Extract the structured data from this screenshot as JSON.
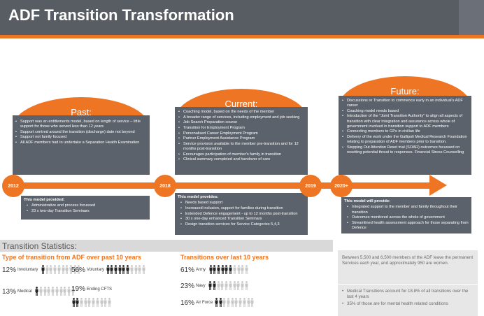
{
  "header": {
    "title": "ADF Transition Transformation"
  },
  "past": {
    "label": "Past:",
    "bullets": [
      "Support was an entitlements model, based on length of service – little support for those who served less than 12 years",
      "Support centred around the transition (discharge) date not beyond",
      "Support not family focused",
      "All ADF members had to undertake a Separation Health Examination"
    ],
    "provided_title": "This model provided:",
    "provided": [
      "Administrative and process focussed",
      "23 x two-day Transition Seminars"
    ]
  },
  "current": {
    "label": "Current:",
    "bullets": [
      "Coaching model, based on the needs of the member",
      "A broader range of services, including employment and job seeking",
      "Job Search Preparation course",
      "Transition for Employment Program",
      "Personalised Career Employment Program",
      "Partner Employment Assistance Program",
      "Service provision available to the member pre-transition and for 12 months post-transition",
      "Encourages participation of member's family in transition",
      "Clinical summary completed and handover of care"
    ],
    "provides_title": "This model provides:",
    "provides": [
      "Needs based support",
      "Increased inclusion, support for families during transition",
      "Extended Defence engagement - up to 12 months post-transition",
      "30 x one-day enhanced Transition Seminars",
      "Design transition services for Service Categories 5,4,3"
    ]
  },
  "future": {
    "label": "Future:",
    "bullets": [
      "Discussions re Transition to commence early in an individual's ADF career",
      "Coaching model needs based",
      "Introduction of the \"Joint Transition Authority\" to align all aspects of transition with clear integration and assurance across whole of government involved in transition support to ADF members",
      "Connecting members to GPs in civilian life",
      "Delivery of the work under the Gallipoli Medical Research Foundation relating to preparation of ADF members prior to transition.",
      "Stepping Out Attention Reset trial (SOAR) outcomes focussed on resetting potential threat to responses. Financial Stress Counselling"
    ],
    "will_title": "This model will provide:",
    "will": [
      "Integrated support to the member and family  throughout their transition",
      "Outcomes monitored across the whole of government",
      "Streamlined health assessment approach for those separating from Defence"
    ]
  },
  "years": [
    "2012",
    "2018",
    "2019",
    "2020+"
  ],
  "stats": {
    "title": "Transition Statistics:",
    "type_title": "Type of transition from ADF over past 10 years",
    "types": [
      {
        "pct": "12%",
        "label": "Involuntary",
        "value": 12
      },
      {
        "pct": "56%",
        "label": "Voluntary",
        "value": 56
      },
      {
        "pct": "13%",
        "label": "Medical",
        "value": 13
      },
      {
        "pct": "19%",
        "label": "Ending CFTS",
        "value": 19
      }
    ],
    "services_title": "Transitions over last 10 years",
    "services": [
      {
        "pct": "61%",
        "label": "Army",
        "value": 61
      },
      {
        "pct": "23%",
        "label": "Navy",
        "value": 23
      },
      {
        "pct": "16%",
        "label": "Air Force",
        "value": 16
      }
    ],
    "info_top": "Between 5,500 and 6,500 members of the ADF leave the permanent Services each year, and approximately 950 are women.",
    "info_bottom": [
      "Medical Transitions account for 18.8% of all transitions over the last 4 years",
      "35% of those are for mental health related conditions"
    ]
  },
  "colors": {
    "orange": "#ee7523",
    "panel": "#5b626b",
    "header": "#585d64",
    "person_dark": "#222222",
    "person_light": "#c8c8c8"
  }
}
